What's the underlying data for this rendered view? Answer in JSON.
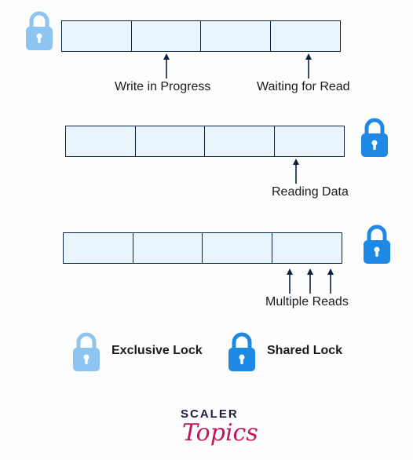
{
  "diagram": {
    "row1": {
      "labels": [
        "Write in Progress",
        "Waiting for Read"
      ],
      "lock": "exclusive-lock"
    },
    "row2": {
      "labels": [
        "Reading Data"
      ],
      "lock": "shared-lock"
    },
    "row3": {
      "labels": [
        "Multiple Reads"
      ],
      "lock": "shared-lock"
    }
  },
  "legend": {
    "exclusive": "Exclusive Lock",
    "shared": "Shared Lock"
  },
  "brand": {
    "top": "SCALER",
    "script": "Topics"
  },
  "colors": {
    "exclusive_lock": "#8ec5f0",
    "shared_lock": "#1e88e5",
    "cell_fill": "#e9f4fd",
    "cell_border": "#0c2340",
    "brand_pink": "#c2185b"
  }
}
